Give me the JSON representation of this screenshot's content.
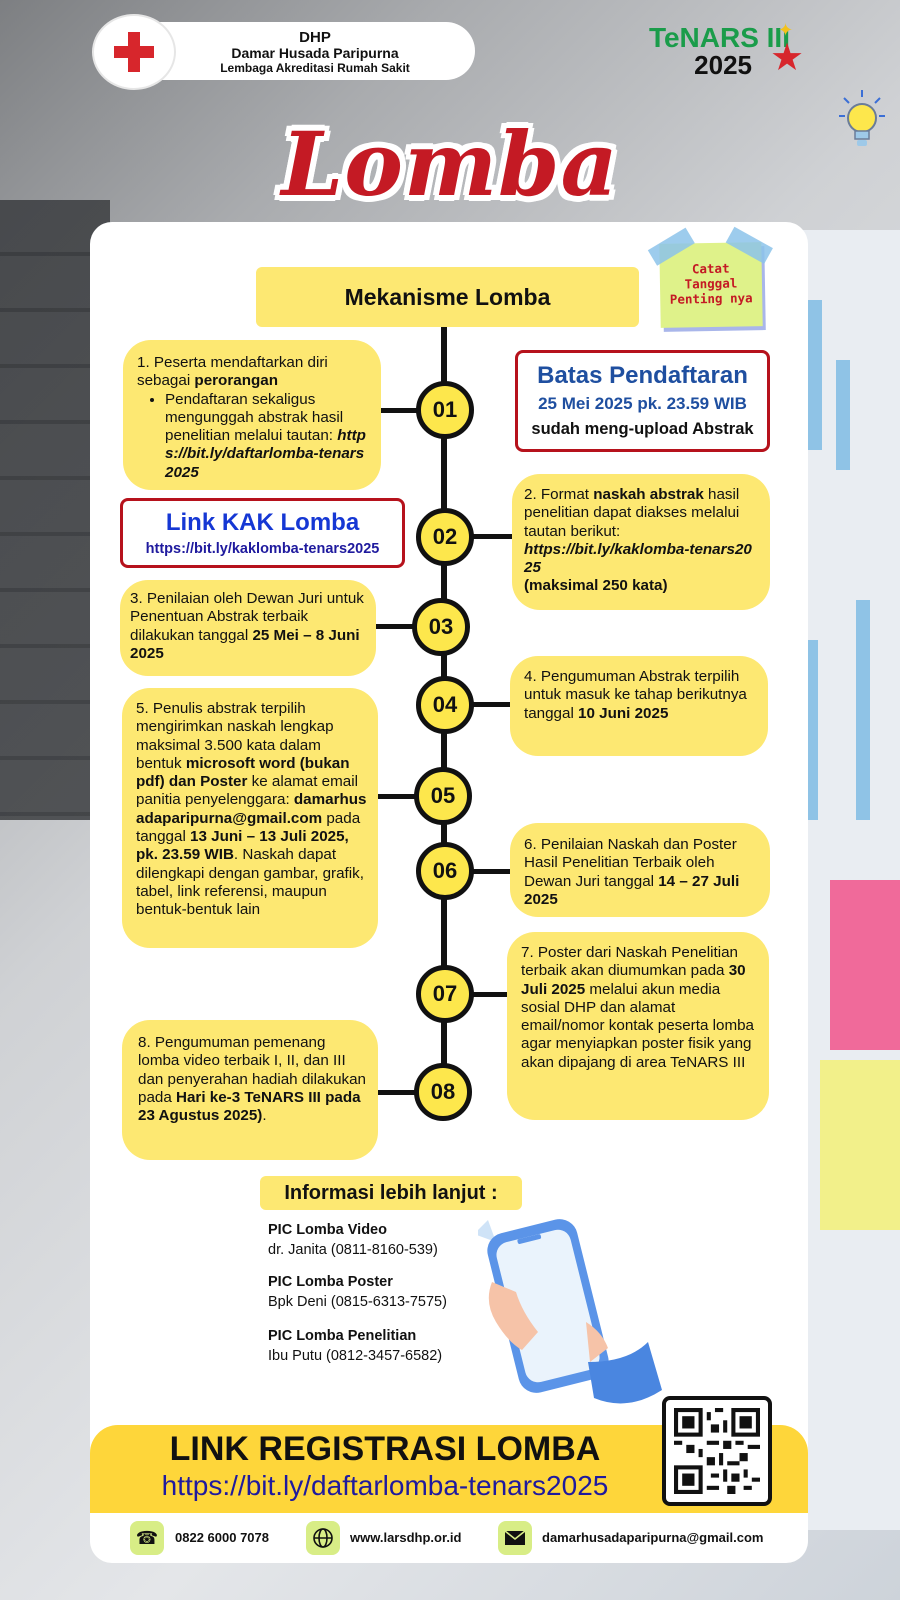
{
  "header": {
    "org_short": "DHP",
    "org_name": "Damar Husada Paripurna",
    "org_desc": "Lembaga Akreditasi Rumah Sakit",
    "event_name": "TeNARS III",
    "event_year": "2025"
  },
  "title": "Lomba Penelitian",
  "mechanism_title": "Mekanisme Lomba",
  "note": {
    "line1": "Catat",
    "line2": "Tanggal",
    "line3": "Penting nya"
  },
  "deadline": {
    "title": "Batas Pendaftaran",
    "date": "25 Mei 2025 pk. 23.59 WIB",
    "desc": "sudah meng-upload Abstrak"
  },
  "kak": {
    "title": "Link KAK Lomba",
    "url": "https://bit.ly/kaklomba-tenars2025"
  },
  "steps": [
    {
      "num": "01",
      "text_a": "1. Peserta mendaftarkan diri sebagai ",
      "bold_a": "perorangan",
      "bullet": "Pendaftaran sekaligus mengunggah abstrak hasil penelitian melalui tautan:",
      "bullet_link": "https://bit.ly/daftarlomba-tenars2025"
    },
    {
      "num": "02",
      "text_a": "2. Format ",
      "bold_a": "naskah abstrak",
      "text_b": " hasil penelitian dapat diakses melalui tautan berikut:",
      "link": "https://bit.ly/kaklomba-tenars2025",
      "bold_c": "(maksimal 250 kata)"
    },
    {
      "num": "03",
      "text_a": "3. Penilaian oleh Dewan Juri untuk Penentuan Abstrak terbaik dilakukan tanggal ",
      "bold_a": "25 Mei – 8 Juni 2025"
    },
    {
      "num": "04",
      "text_a": "4. Pengumuman Abstrak terpilih untuk masuk ke tahap berikutnya tanggal ",
      "bold_a": "10 Juni 2025"
    },
    {
      "num": "05",
      "text_a": "5. Penulis abstrak terpilih mengirimkan naskah lengkap maksimal 3.500 kata dalam bentuk ",
      "bold_a": "microsoft word (bukan pdf) dan Poster",
      "text_b": " ke alamat email panitia penyelenggara: ",
      "bold_b": "damarhusadaparipurna@gmail.com",
      "text_c": " pada tanggal ",
      "bold_c": "13 Juni – 13 Juli 2025, pk. 23.59 WIB",
      "text_d": ". Naskah dapat dilengkapi dengan gambar, grafik, tabel, link referensi, maupun bentuk-bentuk lain"
    },
    {
      "num": "06",
      "text_a": "6. Penilaian Naskah dan Poster Hasil Penelitian Terbaik oleh Dewan Juri tanggal ",
      "bold_a": "14 – 27 Juli 2025"
    },
    {
      "num": "07",
      "text_a": "7. Poster dari Naskah Penelitian terbaik akan diumumkan pada ",
      "bold_a": "30 Juli 2025",
      "text_b": " melalui akun media sosial DHP dan alamat email/nomor kontak peserta lomba agar menyiapkan poster fisik yang akan dipajang di area TeNARS III"
    },
    {
      "num": "08",
      "text_a": "8. Pengumuman pemenang lomba video terbaik I, II, dan III dan penyerahan hadiah dilakukan pada ",
      "bold_a": "Hari ke-3 TeNARS III pada 23 Agustus 2025)",
      "text_b": "."
    }
  ],
  "info": {
    "title": "Informasi lebih lanjut :",
    "pics": [
      {
        "title": "PIC Lomba Video",
        "value": "dr. Janita (0811-8160-539)"
      },
      {
        "title": "PIC Lomba Poster",
        "value": "Bpk Deni (0815-6313-7575)"
      },
      {
        "title": "PIC Lomba Penelitian",
        "value": "Ibu Putu (0812-3457-6582)"
      }
    ]
  },
  "registration": {
    "title": "LINK REGISTRASI LOMBA",
    "url": "https://bit.ly/daftarlomba-tenars2025"
  },
  "contact": {
    "phone": "0822 6000 7078",
    "website": "www.larsdhp.or.id",
    "email": "damarhusadaparipurna@gmail.com"
  },
  "icons": [
    "phone-icon",
    "globe-icon",
    "mail-icon",
    "qr-code-icon",
    "lightbulb-icon",
    "phone-hand-illustration"
  ],
  "colors": {
    "title_red": "#c41a24",
    "box_yellow": "#fde872",
    "footer_yellow": "#fed63a",
    "link_blue": "#1f1a9e",
    "tenars_green": "#1a9c4a"
  }
}
